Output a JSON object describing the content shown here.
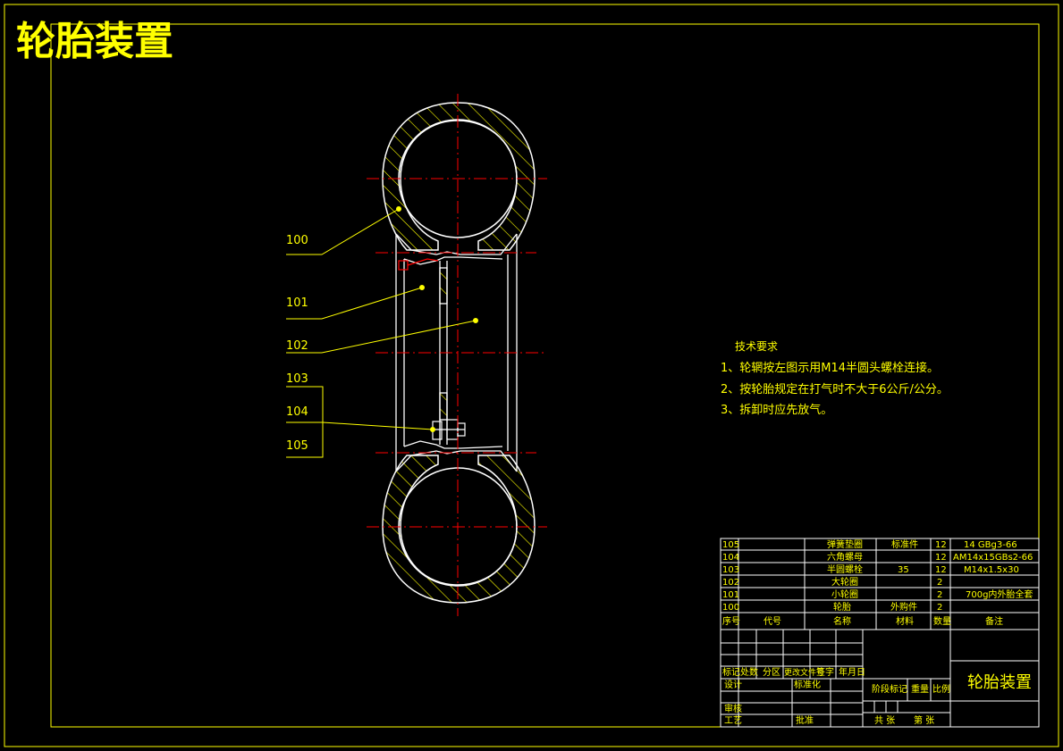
{
  "title": "轮胎装置",
  "part_labels": [
    "100",
    "101",
    "102",
    "103",
    "104",
    "105"
  ],
  "tech": {
    "heading": "技术要求",
    "lines": [
      "1、轮辋按左图示用M14半圆头螺栓连接。",
      "2、按轮胎规定在打气时不大于6公斤/公分。",
      "3、拆卸时应先放气。"
    ]
  },
  "bom": {
    "rows": [
      {
        "no": "105",
        "code": "",
        "name": "弹簧垫圈",
        "material": "标准件",
        "qty": "12",
        "remark": "14  GBg3-66"
      },
      {
        "no": "104",
        "code": "",
        "name": "六角螺母",
        "material": "",
        "qty": "12",
        "remark": "AM14x15GBs2-66"
      },
      {
        "no": "103",
        "code": "",
        "name": "半圆螺栓",
        "material": "35",
        "qty": "12",
        "remark": "M14x1.5x30"
      },
      {
        "no": "102",
        "code": "",
        "name": "大轮圈",
        "material": "",
        "qty": "2",
        "remark": ""
      },
      {
        "no": "101",
        "code": "",
        "name": "小轮圈",
        "material": "",
        "qty": "2",
        "remark": "700g内外胎全套"
      },
      {
        "no": "100",
        "code": "",
        "name": "轮胎",
        "material": "外购件",
        "qty": "2",
        "remark": ""
      }
    ],
    "header": {
      "no": "序号",
      "code": "代号",
      "name": "名称",
      "material": "材料",
      "qty": "数量",
      "remark": "备注"
    }
  },
  "titleblock": {
    "drawing_title": "轮胎装置",
    "rev_labels": [
      "标记",
      "处数",
      "分区",
      "更改文件号",
      "签字",
      "年月日"
    ],
    "design": "设计",
    "standardize": "标准化",
    "review": "审核",
    "process": "工艺",
    "approve": "批准",
    "stage_mark": "阶段标记",
    "weight": "重量",
    "scale": "比例",
    "sheets_total": "共  张",
    "sheet_no": "第  张"
  },
  "colors": {
    "background": "#000000",
    "frame": "#ffff00",
    "outline": "#ffffff",
    "centerline": "#ff0000",
    "text": "#ffff00"
  }
}
